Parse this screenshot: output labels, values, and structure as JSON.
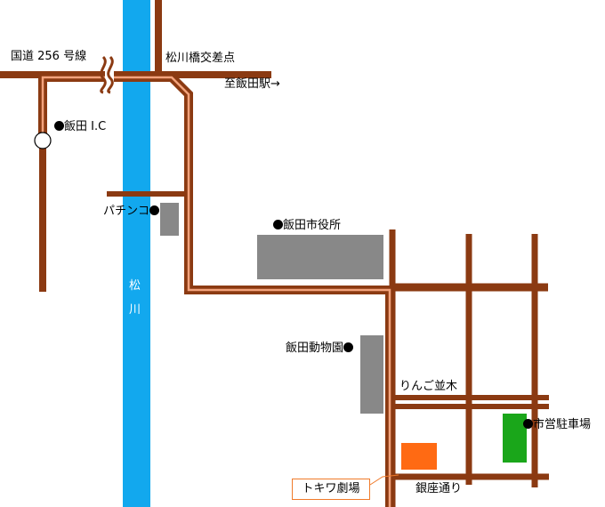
{
  "map": {
    "colors": {
      "road": "#8b3a12",
      "road_highlight": "#f3a37c",
      "river": "#12a8ee",
      "building": "#888888",
      "theater": "#ff6a13",
      "parking": "#1aa61a",
      "callout_border": "#f07a2a"
    },
    "labels": {
      "route256": "国道 256 号線",
      "matsukawa_bridge": "松川橋交差点",
      "to_station": "至飯田駅→",
      "iida_ic": "飯田 I.C",
      "pachinko": "パチンコ",
      "city_hall": "飯田市役所",
      "zoo": "飯田動物園",
      "ringo_namiki": "りんご並木",
      "parking": "市営駐車場",
      "tokiwa_theater": "トキワ劇場",
      "ginza_dori": "銀座通り",
      "river_char_1": "松",
      "river_char_2": "川"
    },
    "icons": {
      "landmark": "dot-marker-icon",
      "interchange": "interchange-circle-icon",
      "break": "road-break-icon"
    }
  }
}
